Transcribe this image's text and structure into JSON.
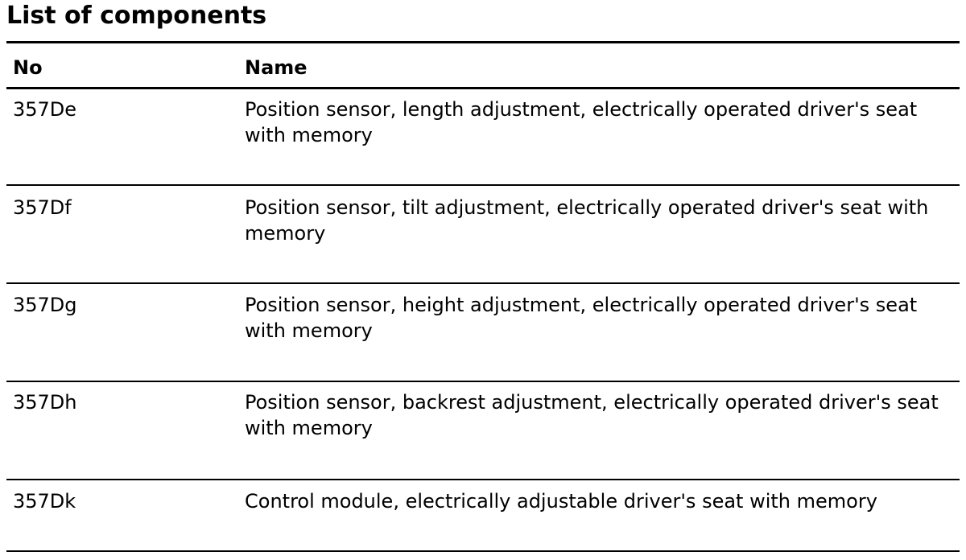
{
  "document": {
    "title": "List of components",
    "columns": {
      "no": "No",
      "name": "Name"
    },
    "rows": [
      {
        "no": "357De",
        "name": "Position sensor, length adjustment, electrically operated driver's seat with memory"
      },
      {
        "no": "357Df",
        "name": "Position sensor, tilt adjustment, electrically operated driver's seat with memory"
      },
      {
        "no": "357Dg",
        "name": "Position sensor, height adjustment, electrically operated driver's seat with memory"
      },
      {
        "no": "357Dh",
        "name": "Position sensor, backrest adjustment, electrically operated driver's seat with memory"
      },
      {
        "no": "357Dk",
        "name": "Control module, electrically adjustable driver's seat with memory"
      }
    ]
  }
}
